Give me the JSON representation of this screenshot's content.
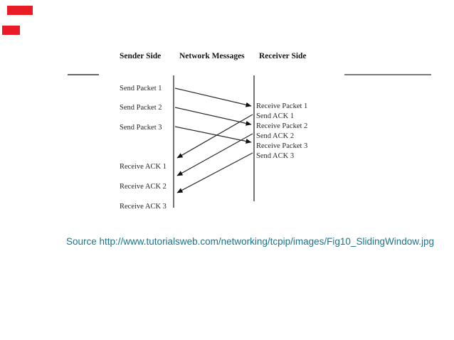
{
  "figure": {
    "column_headers": [
      "Sender Side",
      "Network Messages",
      "Receiver Side"
    ],
    "sender_events": [
      "Send Packet 1",
      "Send Packet 2",
      "Send Packet 3",
      "Receive ACK 1",
      "Receive ACK 2",
      "Receive ACK 3"
    ],
    "receiver_events": [
      "Receive Packet 1",
      "Send ACK 1",
      "Receive Packet 2",
      "Send ACK 2",
      "Receive Packet 3",
      "Send ACK 3"
    ],
    "flows": {
      "packets": [
        {
          "label": "Packet 1",
          "from": "sender",
          "to": "receiver"
        },
        {
          "label": "Packet 2",
          "from": "sender",
          "to": "receiver"
        },
        {
          "label": "Packet 3",
          "from": "sender",
          "to": "receiver"
        }
      ],
      "acks": [
        {
          "label": "ACK 1",
          "from": "receiver",
          "to": "sender"
        },
        {
          "label": "ACK 2",
          "from": "receiver",
          "to": "sender"
        },
        {
          "label": "ACK 3",
          "from": "receiver",
          "to": "sender"
        }
      ]
    }
  },
  "source_caption": "Source http://www.tutorialsweb.com/networking/tcpip/images/Fig10_SlidingWindow.jpg",
  "colors": {
    "caption_text": "#17768a",
    "red_accent": "#e81c25",
    "diagram_line": "#3a3a3a",
    "divider_left": "#666666",
    "divider_right": "#7a7a7a"
  }
}
